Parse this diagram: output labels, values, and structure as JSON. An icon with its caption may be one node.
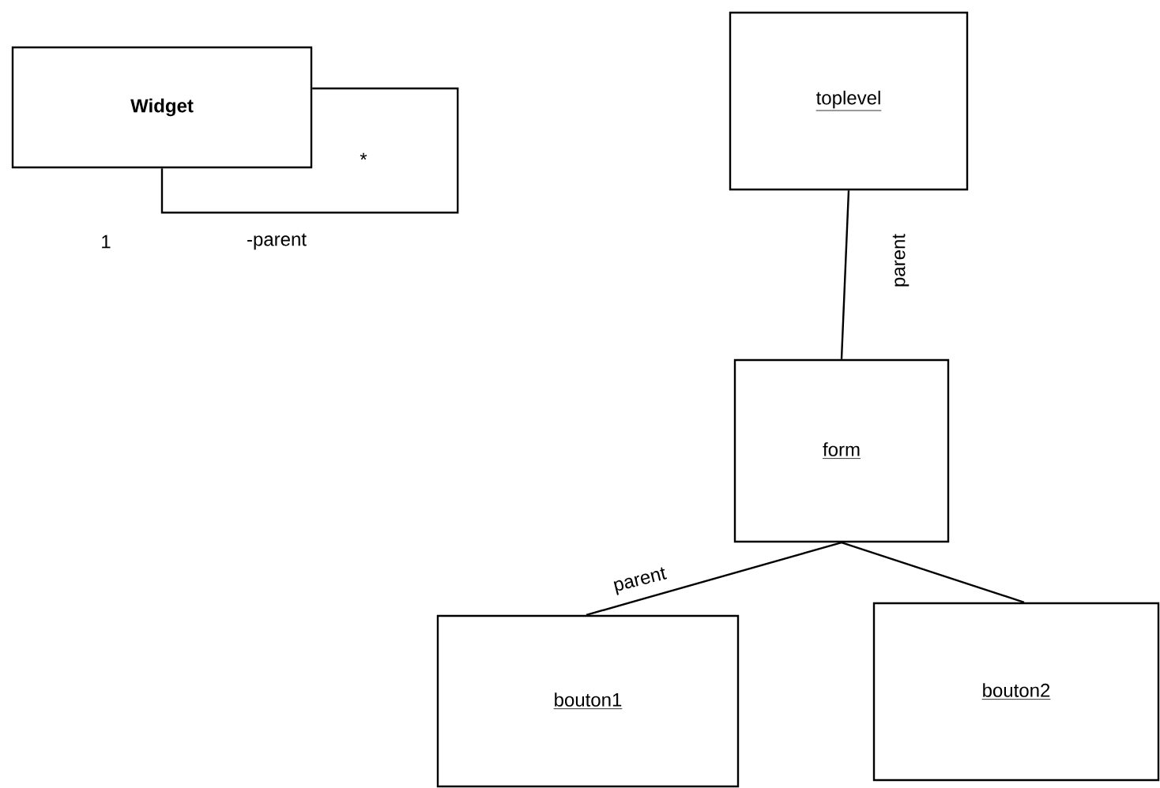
{
  "diagram": {
    "nodes": [
      {
        "text": [
          "Widget"
        ]
      },
      {
        "text": [
          "toplevel"
        ]
      },
      {
        "text": [
          "form"
        ]
      },
      {
        "text": [
          "bouton1"
        ]
      },
      {
        "text": [
          "bouton2"
        ]
      }
    ],
    "edges": [
      {
        "from": 0,
        "to": 0,
        "arrow": "none",
        "label": "-parent"
      },
      {
        "from": 1,
        "to": 2,
        "arrow": "none",
        "label": "parent"
      },
      {
        "from": 2,
        "to": 3,
        "arrow": "none",
        "label": "parent"
      },
      {
        "from": 2,
        "to": 4,
        "arrow": "none"
      }
    ],
    "labels": [
      "*",
      "1"
    ]
  }
}
